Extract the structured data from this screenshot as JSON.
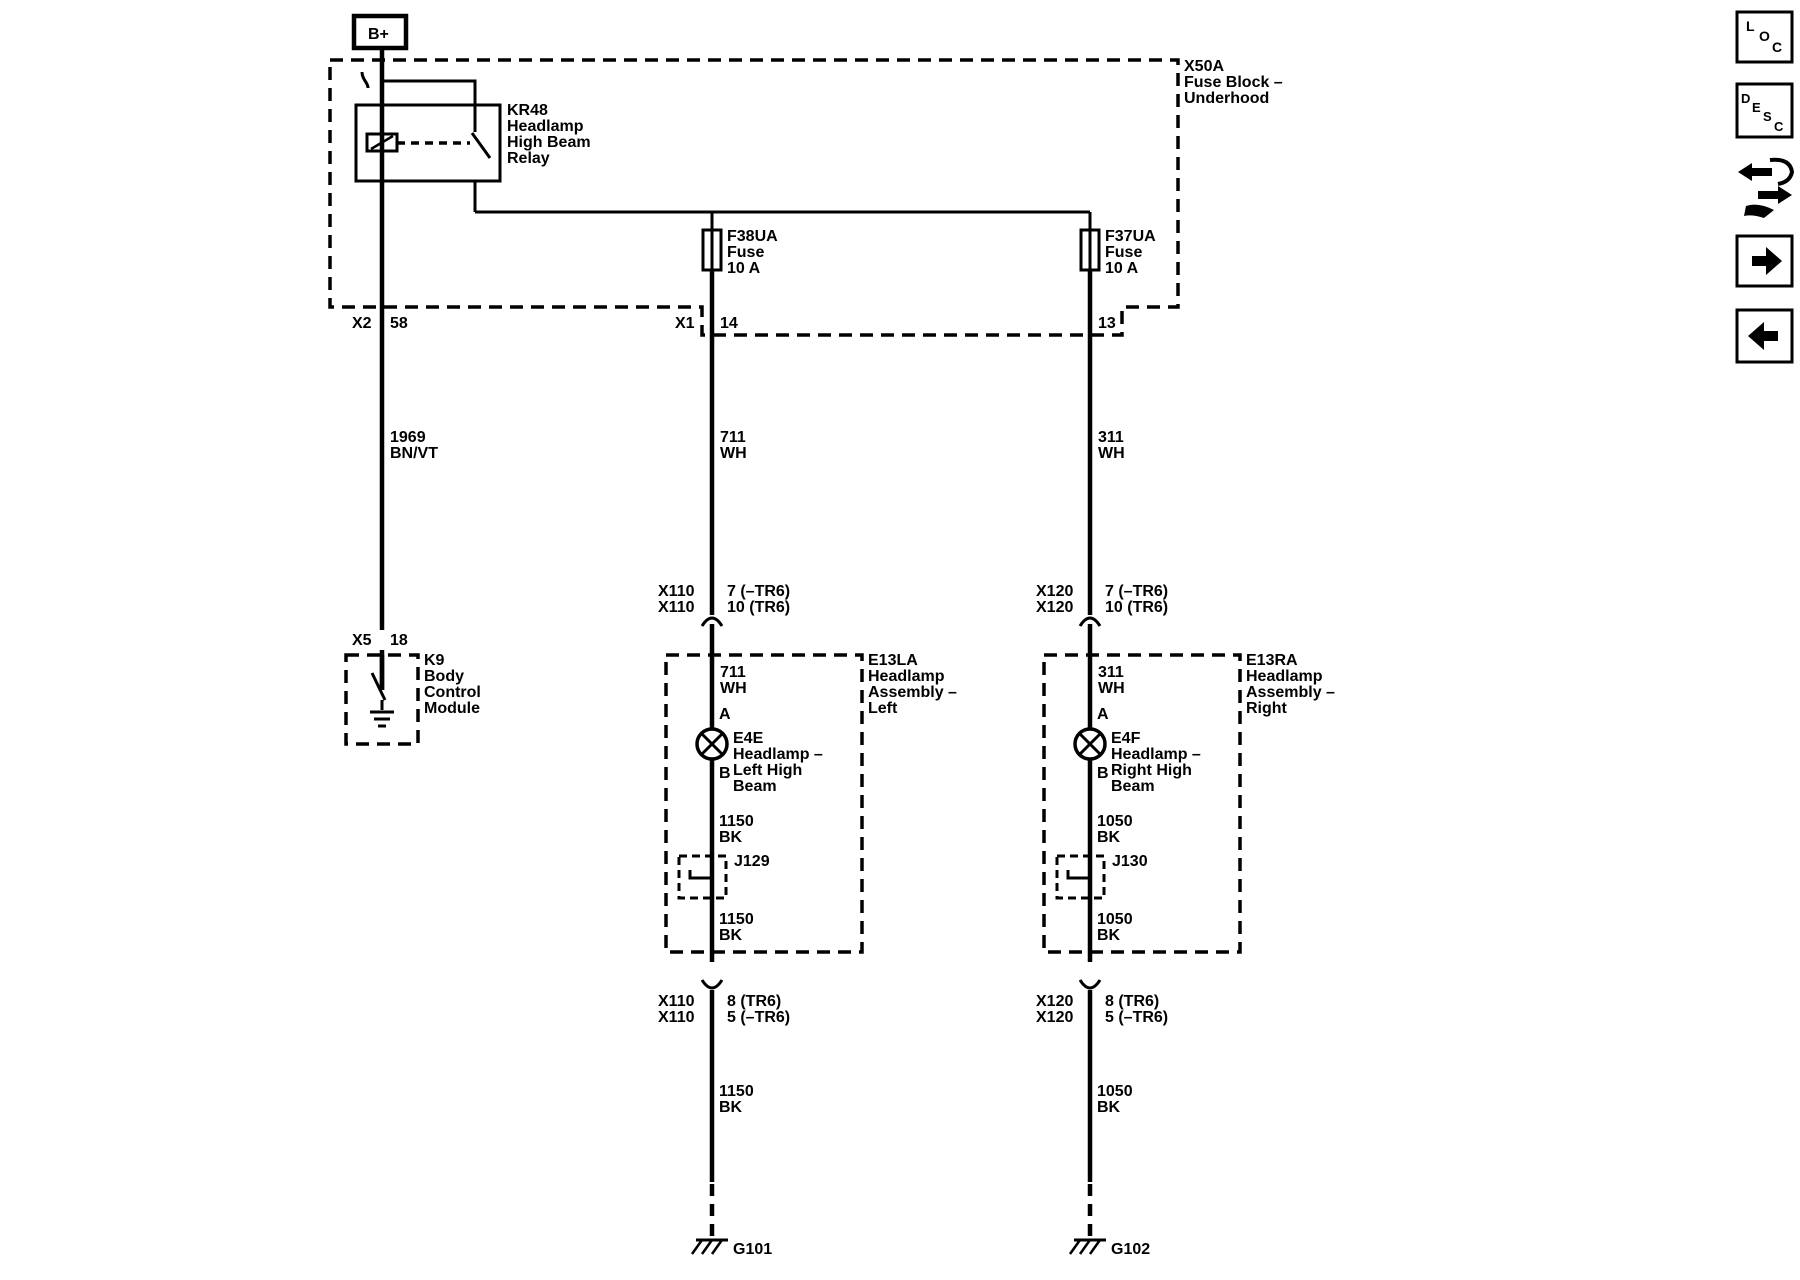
{
  "power": {
    "label": "B+"
  },
  "fuse_block": {
    "name": "X50A",
    "desc1": "Fuse Block –",
    "desc2": "Underhood"
  },
  "relay": {
    "name": "KR48",
    "desc1": "Headlamp",
    "desc2": "High Beam",
    "desc3": "Relay"
  },
  "fuse_left": {
    "name": "F38UA",
    "type": "Fuse",
    "rating": "10 A"
  },
  "fuse_right": {
    "name": "F37UA",
    "type": "Fuse",
    "rating": "10 A"
  },
  "connectors_top": {
    "x2": "X2",
    "x2_pin": "58",
    "x1": "X1",
    "x1_pin_left": "14",
    "x1_pin_right": "13"
  },
  "wire_bcm": {
    "circuit": "1969",
    "color": "BN/VT"
  },
  "bcm": {
    "conn": "X5",
    "pin": "18",
    "name": "K9",
    "desc1": "Body",
    "desc2": "Control",
    "desc3": "Module"
  },
  "left": {
    "wire_top": {
      "circuit": "711",
      "color": "WH"
    },
    "conn_upper": {
      "a": "X110",
      "b": "X110",
      "pin_a": "7 (–TR6)",
      "pin_b": "10 (TR6)"
    },
    "assembly": {
      "name": "E13LA",
      "desc1": "Headlamp",
      "desc2": "Assembly –",
      "desc3": "Left"
    },
    "inner_wire": {
      "circuit": "711",
      "color": "WH"
    },
    "lamp": {
      "pin_a": "A",
      "pin_b": "B",
      "name": "E4E",
      "desc1": "Headlamp –",
      "desc2": "Left High",
      "desc3": "Beam"
    },
    "wire_lamp_out": {
      "circuit": "1150",
      "color": "BK"
    },
    "splice": "J129",
    "wire_splice_out": {
      "circuit": "1150",
      "color": "BK"
    },
    "conn_lower": {
      "a": "X110",
      "b": "X110",
      "pin_a": "8 (TR6)",
      "pin_b": "5 (–TR6)"
    },
    "wire_ground": {
      "circuit": "1150",
      "color": "BK"
    },
    "ground": "G101"
  },
  "right": {
    "wire_top": {
      "circuit": "311",
      "color": "WH"
    },
    "conn_upper": {
      "a": "X120",
      "b": "X120",
      "pin_a": "7 (–TR6)",
      "pin_b": "10 (TR6)"
    },
    "assembly": {
      "name": "E13RA",
      "desc1": "Headlamp",
      "desc2": "Assembly –",
      "desc3": "Right"
    },
    "inner_wire": {
      "circuit": "311",
      "color": "WH"
    },
    "lamp": {
      "pin_a": "A",
      "pin_b": "B",
      "name": "E4F",
      "desc1": "Headlamp –",
      "desc2": "Right High",
      "desc3": "Beam"
    },
    "wire_lamp_out": {
      "circuit": "1050",
      "color": "BK"
    },
    "splice": "J130",
    "wire_splice_out": {
      "circuit": "1050",
      "color": "BK"
    },
    "conn_lower": {
      "a": "X120",
      "b": "X120",
      "pin_a": "8 (TR6)",
      "pin_b": "5 (–TR6)"
    },
    "wire_ground": {
      "circuit": "1050",
      "color": "BK"
    },
    "ground": "G102"
  },
  "nav": {
    "loc": {
      "l1": "L",
      "l2": "O",
      "l3": "C"
    },
    "desc": {
      "l1": "D",
      "l2": "E",
      "l3": "S",
      "l4": "C"
    },
    "icons": [
      "connector-icon",
      "forward-arrow-icon",
      "back-arrow-icon"
    ]
  }
}
